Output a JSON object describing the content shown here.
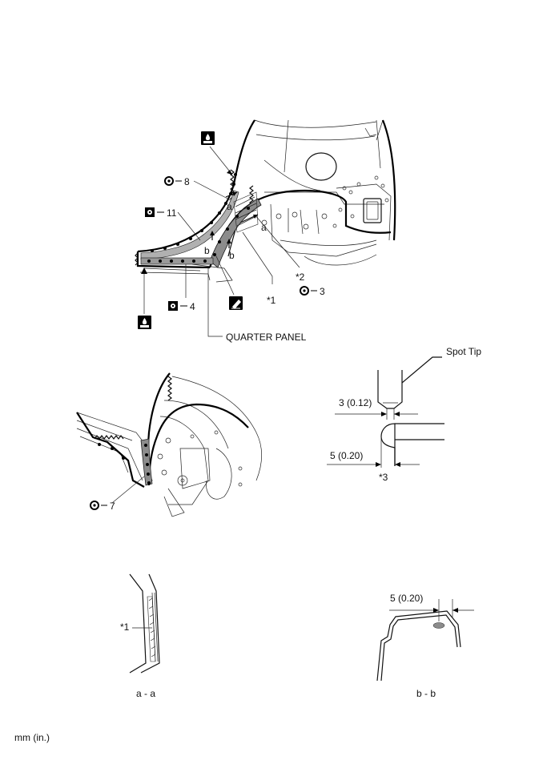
{
  "diagram": {
    "labels": {
      "quarter_panel": "QUARTER PANEL",
      "spot_tip": "Spot Tip",
      "dim_3": "3 (0.12)",
      "dim_5_top": "5 (0.20)",
      "dim_5_bottom": "5 (0.20)",
      "note_1_top": "*1",
      "note_1_section": "*1",
      "note_2": "*2",
      "note_3": "*3",
      "section_a_top": "a",
      "section_a_mid": "a",
      "section_b_left": "b",
      "section_b_right": "b",
      "section_aa": "a - a",
      "section_bb": "b - b",
      "units": "mm (in.)"
    },
    "callouts": {
      "c8": "8",
      "c11": "11",
      "c3": "3",
      "c4": "4",
      "c7": "7"
    }
  }
}
